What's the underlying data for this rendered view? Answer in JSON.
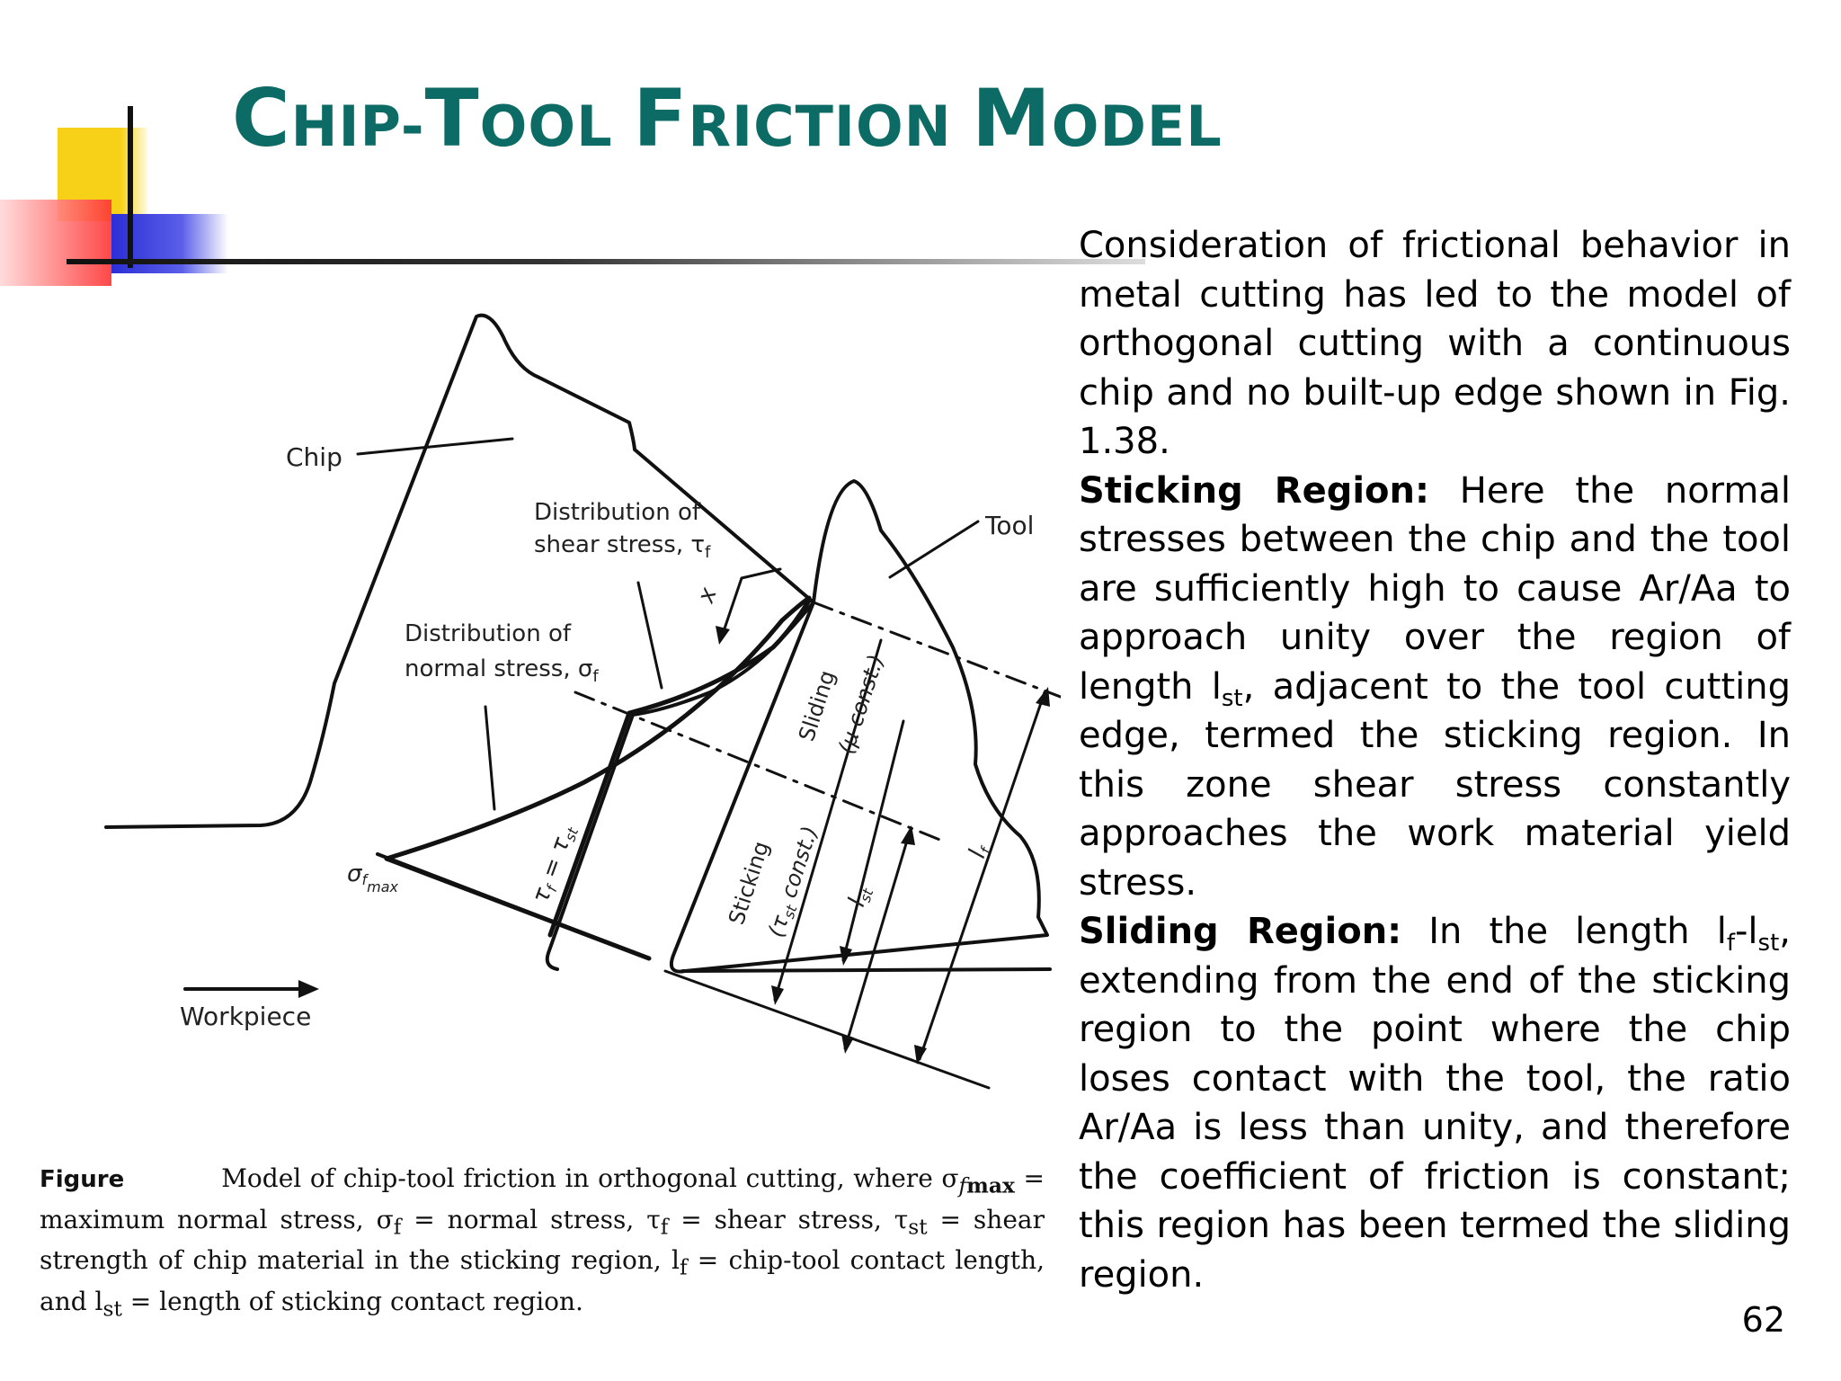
{
  "slide": {
    "title": "Chip-Tool Friction Model",
    "title_parts": {
      "c_big": "C",
      "c_rest": "HIP-",
      "t_big": "T",
      "t_rest": "OOL ",
      "f_big": "F",
      "f_rest": "RICTION ",
      "m_big": "M",
      "m_rest": "ODEL"
    },
    "page_number": "62",
    "accent_colors": {
      "title": "#0d6b66",
      "yellow": "#f7d117",
      "red": "#ff3333",
      "blue": "#2b2fd6"
    }
  },
  "body": {
    "intro": "Consideration of frictional behavior in metal cutting has led to the model of orthogonal cutting with a continuous chip and no built-up edge shown in Fig. 1.38.",
    "sticking_heading": "Sticking Region:",
    "sticking_text_a": " Here the normal stresses between the chip and the tool are sufficiently high to cause Ar/Aa to approach unity over the region of length l",
    "sticking_sub": "st",
    "sticking_text_b": ", adjacent to the tool cutting edge, termed the sticking region. In this zone shear stress constantly approaches the work material yield stress.",
    "sliding_heading": "Sliding Region:",
    "sliding_text_a": " In the length l",
    "sliding_sub_f": "f",
    "sliding_dash": "-l",
    "sliding_sub_st": "st",
    "sliding_text_b": ", extending from the end of the sticking region to the point where the chip loses contact with the tool, the ratio Ar/Aa is less than unity, and therefore the coefficient of friction is constant; this region has been termed the sliding region."
  },
  "figure": {
    "labels": {
      "chip": "Chip",
      "tool": "Tool",
      "workpiece": "Workpiece",
      "shear_dist_1": "Distribution of",
      "shear_dist_2": "shear stress, τ",
      "shear_dist_sub": "f",
      "normal_dist_1": "Distribution of",
      "normal_dist_2": "normal stress, σ",
      "normal_dist_sub": "f",
      "sigma_max": "σ",
      "sigma_max_sub": "f",
      "sigma_max_subsub": "max",
      "tau_eq": "τ",
      "tau_eq_sub_f": "f",
      "tau_eq_mid": " = τ",
      "tau_eq_sub_st": "st",
      "x": "x",
      "sliding_1": "Sliding",
      "sliding_2": "(μ const.)",
      "sticking_1": "Sticking",
      "sticking_2": "(τ",
      "sticking_2_sub": "st",
      "sticking_2_end": " const.)",
      "l_st": "l",
      "l_st_sub": "st",
      "l_f": "l",
      "l_f_sub": "f"
    },
    "caption": {
      "label": "Figure",
      "text_1": "Model of chip-tool friction in orthogonal cutting, where σ",
      "text_1_sub": "f",
      "text_1_subsub": "max",
      "text_2": " = maximum normal stress, σ",
      "text_2_sub": "f",
      "text_3": " = normal stress, τ",
      "text_3_sub": "f",
      "text_4": " = shear stress, τ",
      "text_4_sub": "st",
      "text_5": " = shear strength of chip material in the sticking region, l",
      "text_5_sub": "f",
      "text_6": " = chip-tool contact length, and l",
      "text_6_sub": "st",
      "text_7": " = length of sticking contact region."
    }
  }
}
